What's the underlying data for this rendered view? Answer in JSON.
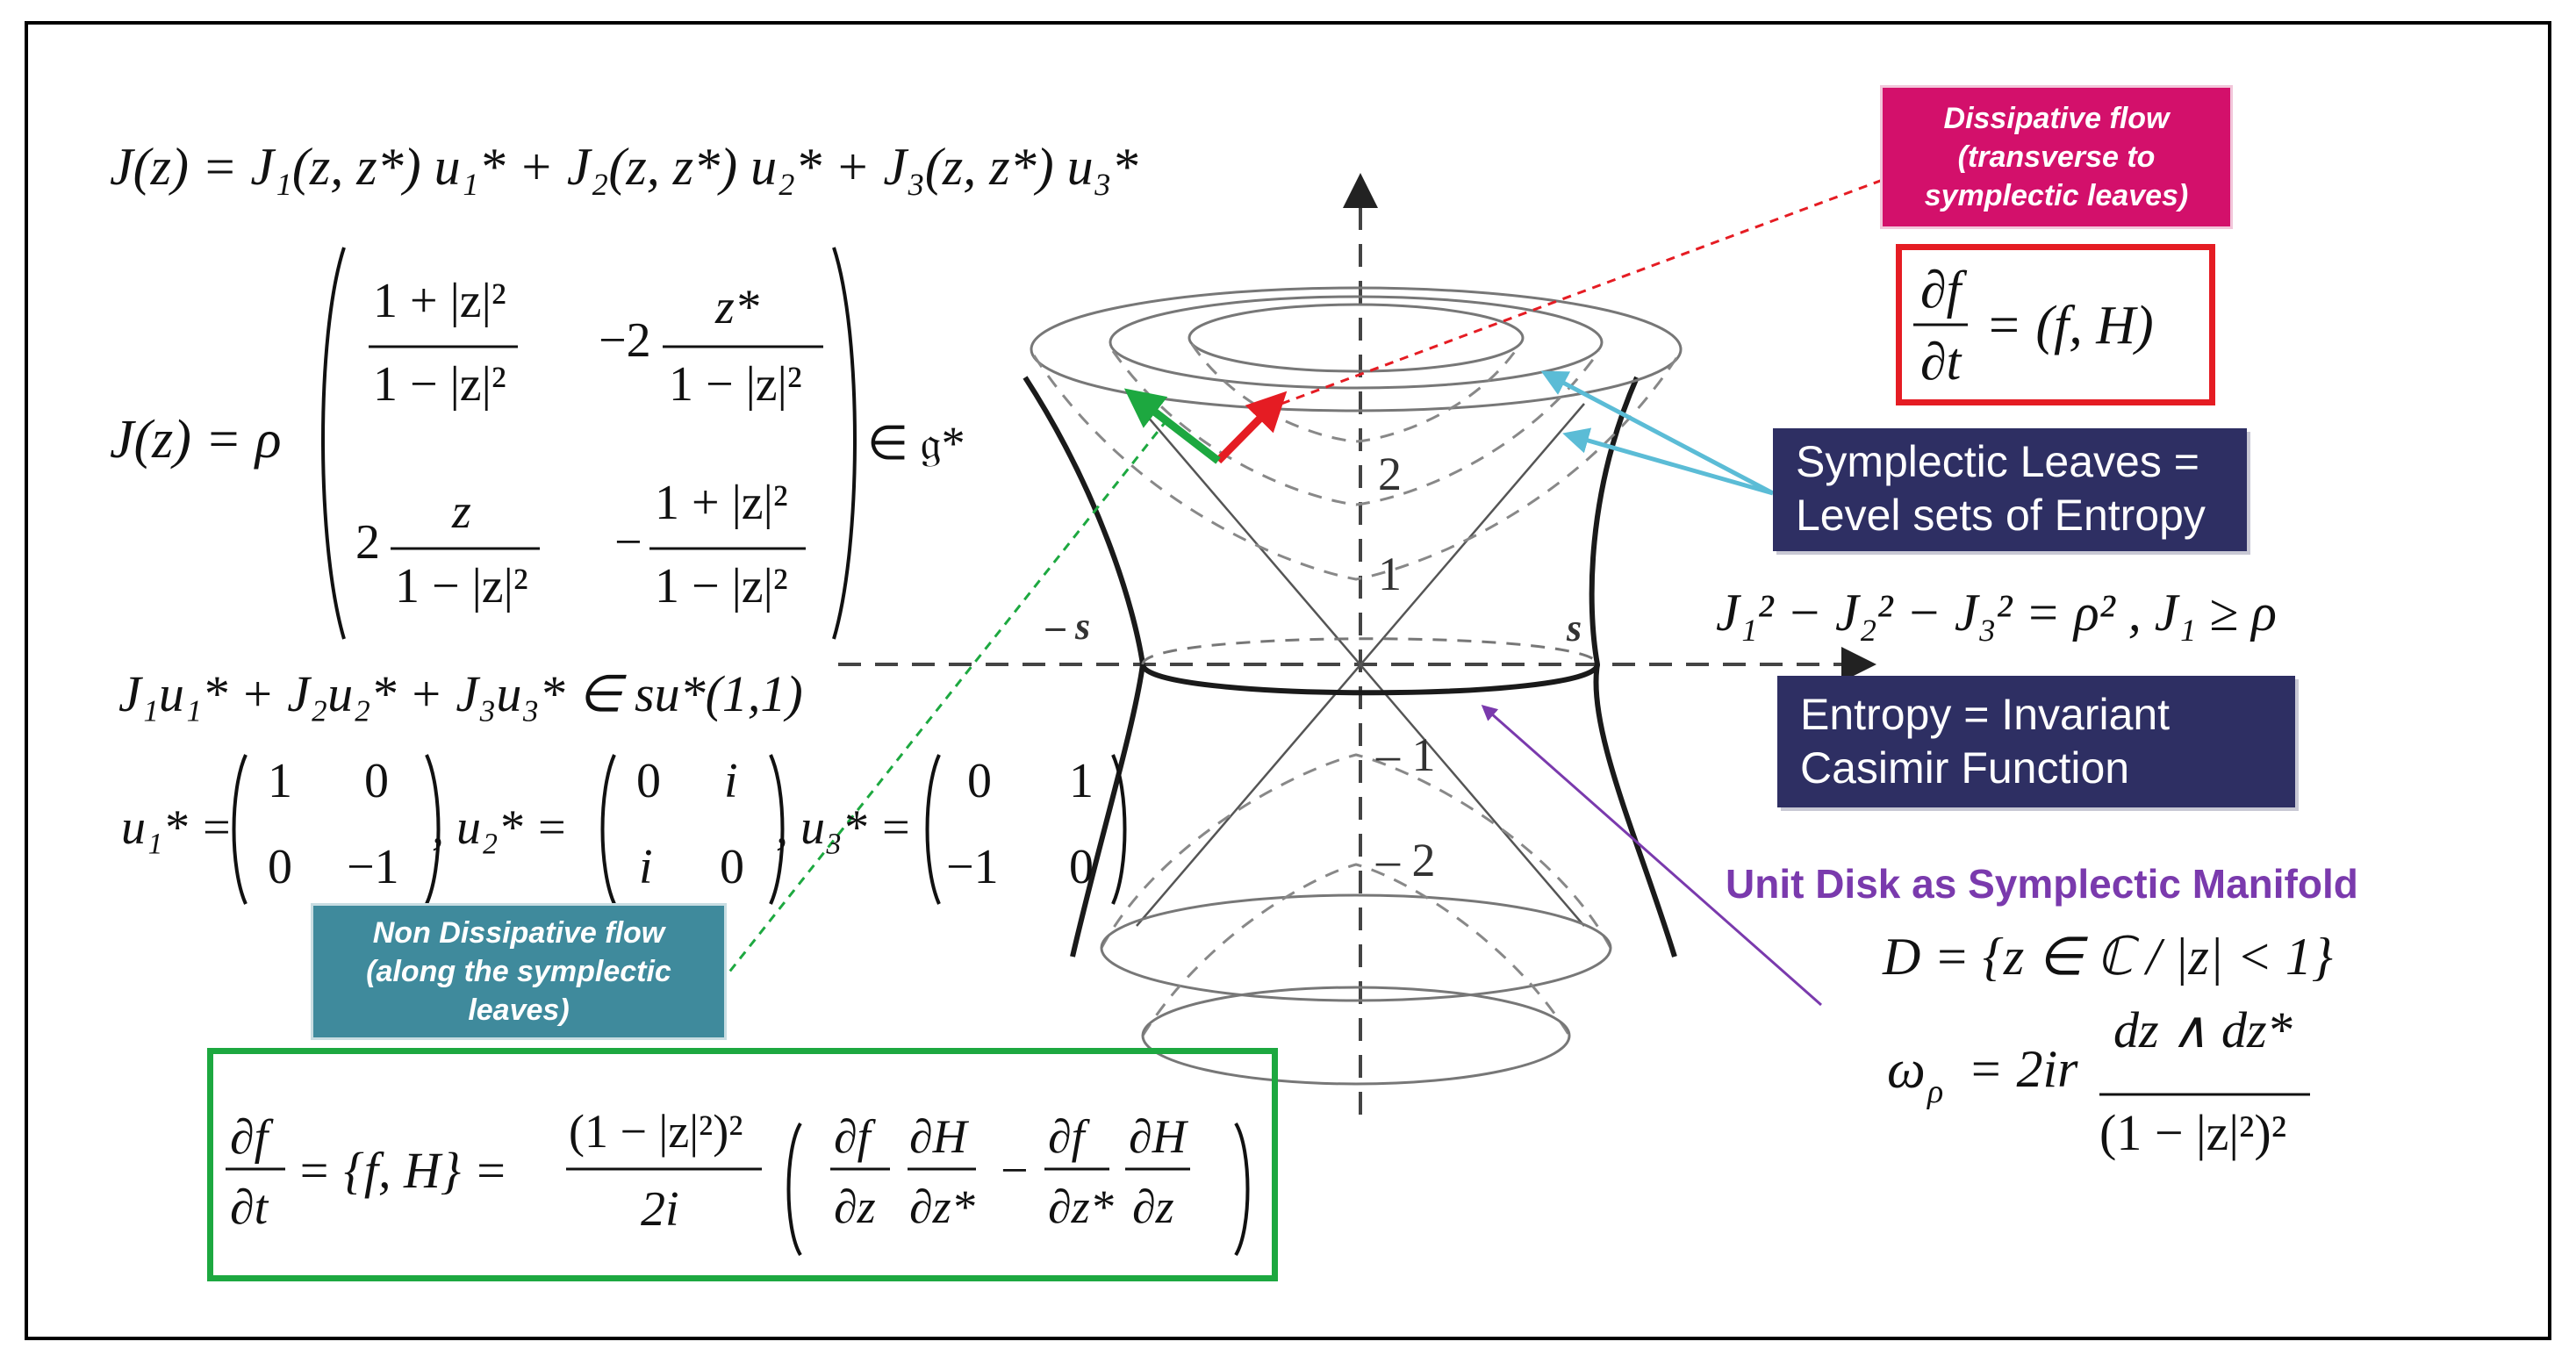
{
  "colors": {
    "dissipative_label_bg": "#d3106b",
    "non_dissipative_label_bg": "#3f8a9c",
    "info_box_bg": "#2e2f63",
    "dissipative_arrow": "#e51c23",
    "non_dissipative_arrow": "#1da840",
    "manifold_title": "#7a3aad",
    "pointer_line": "#5bbcd6"
  },
  "labels": {
    "dissipative": [
      "Dissipative flow",
      "(transverse to",
      "symplectic leaves)"
    ],
    "non_dissipative": [
      "Non Dissipative flow",
      "(along the symplectic",
      "leaves)"
    ],
    "symplectic_leaves": [
      "Symplectic Leaves =",
      "Level sets of Entropy"
    ],
    "entropy": [
      "Entropy = Invariant",
      "Casimir Function"
    ],
    "manifold_title": "Unit Disk as Symplectic Manifold"
  },
  "axis_labels": {
    "neg_s": "– s",
    "pos_s": "s",
    "n2": "2",
    "n1": "1",
    "nm1": "– 1",
    "nm2": "– 2"
  },
  "equations": {
    "j_sum": "J(z) = J₁(z, z*) u₁* + J₂(z, z*) u₂* + J₃(z, z*) u₃*",
    "j_lhs": "J(z) = ρ",
    "m11_num": "1 + |z|²",
    "m11_den": "1 − |z|²",
    "m12_pre": "−2",
    "m12_num": "z*",
    "m12_den": "1 − |z|²",
    "m21_pre": "2",
    "m21_num": "z",
    "m21_den": "1 − |z|²",
    "m22_pre": "−",
    "m22_num": "1 + |z|²",
    "m22_den": "1 − |z|²",
    "j_in": "∈ 𝔤*",
    "su11": "J₁u₁* + J₂u₂* + J₃u₃* ∈ su*(1,1)",
    "u1_lhs": "u₁* =",
    "u1_m": [
      "1",
      "0",
      "0",
      "−1"
    ],
    "u2_lhs": ", u₂* =",
    "u2_m": [
      "0",
      "i",
      "i",
      "0"
    ],
    "u3_lhs": ", u₃* =",
    "u3_m": [
      "0",
      "1",
      "−1",
      "0"
    ],
    "casimir": "J₁² − J₂² − J₃² = ρ²  ,  J₁ ≥ ρ",
    "poisson_num": "∂f",
    "poisson_den": "∂t",
    "poisson_rhs": "= (f, H)",
    "disk": "D = {z ∈ ℂ / |z| < 1}",
    "omega_lhs": "ω",
    "omega_sub": "ρ",
    "omega_mid": "= 2ir",
    "omega_num": "dz ∧ dz*",
    "omega_den": "(1 − |z|²)²",
    "flow_lhs_num": "∂f",
    "flow_lhs_den": "∂t",
    "flow_bracket": "= {f, H} =",
    "flow_frac_num": "(1 − |z|²)²",
    "flow_frac_den": "2i",
    "flow_t1_num": "∂f",
    "flow_t1_den": "∂z",
    "flow_t2_num": "∂H",
    "flow_t2_den": "∂z*",
    "flow_minus": "−",
    "flow_t3_num": "∂f",
    "flow_t3_den": "∂z*",
    "flow_t4_num": "∂H",
    "flow_t4_den": "∂z"
  }
}
